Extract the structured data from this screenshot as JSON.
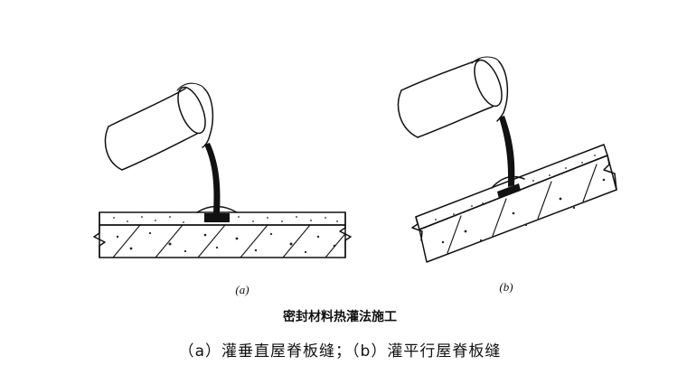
{
  "figure": {
    "panel_a": {
      "label": "(a)",
      "icon": "bucket-pouring-vertical-icon"
    },
    "panel_b": {
      "label": "(b)",
      "icon": "bucket-pouring-parallel-icon"
    },
    "title": "密封材料热灌法施工",
    "caption": "（a）灌垂直屋脊板缝；（b）灌平行屋脊板缝"
  }
}
